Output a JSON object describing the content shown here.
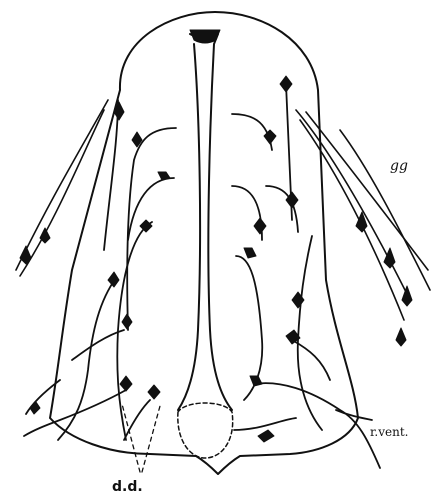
{
  "figure": {
    "labels": {
      "ganglion": "gg",
      "ventral_root": "r.vent.",
      "dorsal_label": "d.d."
    },
    "ink_color": "#111111",
    "paper_color": "#ffffff"
  }
}
